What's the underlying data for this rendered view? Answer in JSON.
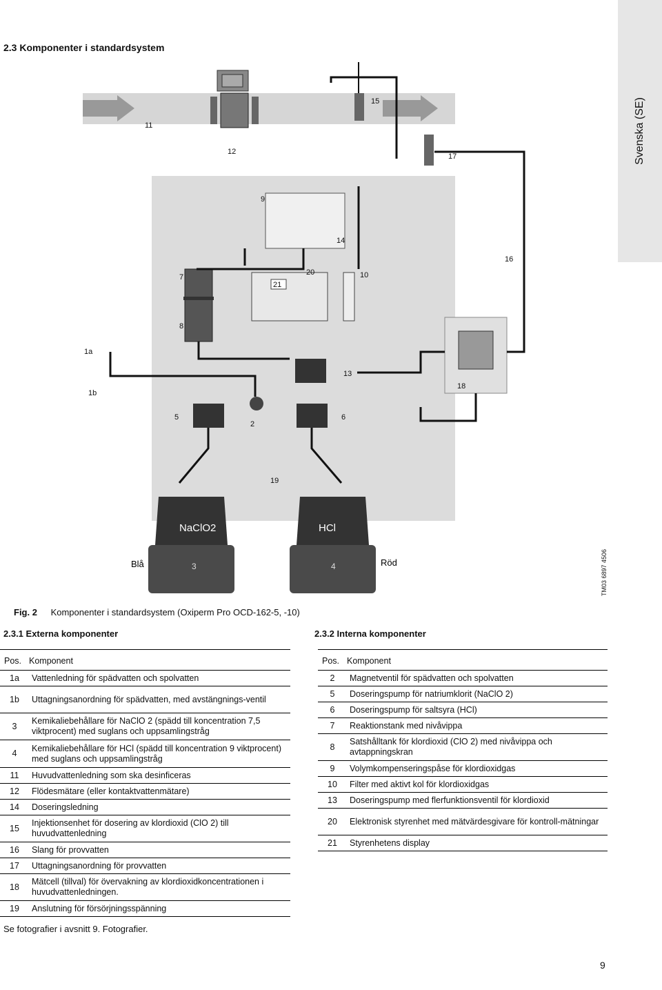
{
  "side_tab": "Svenska (SE)",
  "section_title": "2.3 Komponenter i standardsystem",
  "figure": {
    "labels": [
      "11",
      "12",
      "15",
      "17",
      "9",
      "14",
      "16",
      "7",
      "20",
      "21",
      "10",
      "8",
      "1a",
      "1b",
      "13",
      "18",
      "5",
      "2",
      "6",
      "19"
    ],
    "tank_left": "NaClO2",
    "tank_right": "HCl",
    "tank_left_num": "3",
    "tank_right_num": "4",
    "blue_label": "Blå",
    "red_label": "Röd",
    "tm_code": "TM03 6897 4506"
  },
  "caption": {
    "fig_no": "Fig. 2",
    "text": "Komponenter i standardsystem (Oxiperm Pro OCD-162-5, -10)"
  },
  "external": {
    "title": "2.3.1 Externa komponenter",
    "header_pos": "Pos.",
    "header_comp": "Komponent",
    "rows": [
      {
        "pos": "1a",
        "text": "Vattenledning för spädvatten och spolvatten"
      },
      {
        "pos": "1b",
        "text": "Uttagningsanordning för spädvatten, med avstängnings-ventil"
      },
      {
        "pos": "3",
        "text": "Kemikaliebehållare för NaClO 2 (spädd till koncentration 7,5 viktprocent) med suglans och uppsamlingstråg"
      },
      {
        "pos": "4",
        "text": "Kemikaliebehållare för HCl (spädd till koncentration 9 viktprocent) med suglans och uppsamlingstråg"
      },
      {
        "pos": "11",
        "text": "Huvudvattenledning som ska desinficeras"
      },
      {
        "pos": "12",
        "text": "Flödesmätare (eller kontaktvattenmätare)"
      },
      {
        "pos": "14",
        "text": "Doseringsledning"
      },
      {
        "pos": "15",
        "text": "Injektionsenhet för dosering av klordioxid (ClO 2) till huvudvattenledning"
      },
      {
        "pos": "16",
        "text": "Slang för provvatten"
      },
      {
        "pos": "17",
        "text": "Uttagningsanordning för provvatten"
      },
      {
        "pos": "18",
        "text": "Mätcell (tillval) för övervakning av klordioxidkoncentrationen i huvudvattenledningen."
      },
      {
        "pos": "19",
        "text": "Anslutning för försörjningsspänning"
      }
    ]
  },
  "internal": {
    "title": "2.3.2 Interna komponenter",
    "header_pos": "Pos.",
    "header_comp": "Komponent",
    "rows": [
      {
        "pos": "2",
        "text": "Magnetventil för spädvatten och spolvatten"
      },
      {
        "pos": "5",
        "text": "Doseringspump för natriumklorit (NaClO 2)"
      },
      {
        "pos": "6",
        "text": "Doseringspump för saltsyra (HCl)"
      },
      {
        "pos": "7",
        "text": "Reaktionstank med nivåvippa"
      },
      {
        "pos": "8",
        "text": "Satshålltank för klordioxid (ClO 2) med nivåvippa och avtappningskran"
      },
      {
        "pos": "9",
        "text": "Volymkompenseringspåse för klordioxidgas"
      },
      {
        "pos": "10",
        "text": "Filter med aktivt kol för klordioxidgas"
      },
      {
        "pos": "13",
        "text": "Doseringspump med flerfunktionsventil för klordioxid"
      },
      {
        "pos": "20",
        "text": "Elektronisk styrenhet med mätvärdesgivare för kontroll-mätningar"
      },
      {
        "pos": "21",
        "text": "Styrenhetens display"
      }
    ]
  },
  "see_photos": "Se fotografier i avsnitt 9. Fotografier.",
  "page_number": "9"
}
